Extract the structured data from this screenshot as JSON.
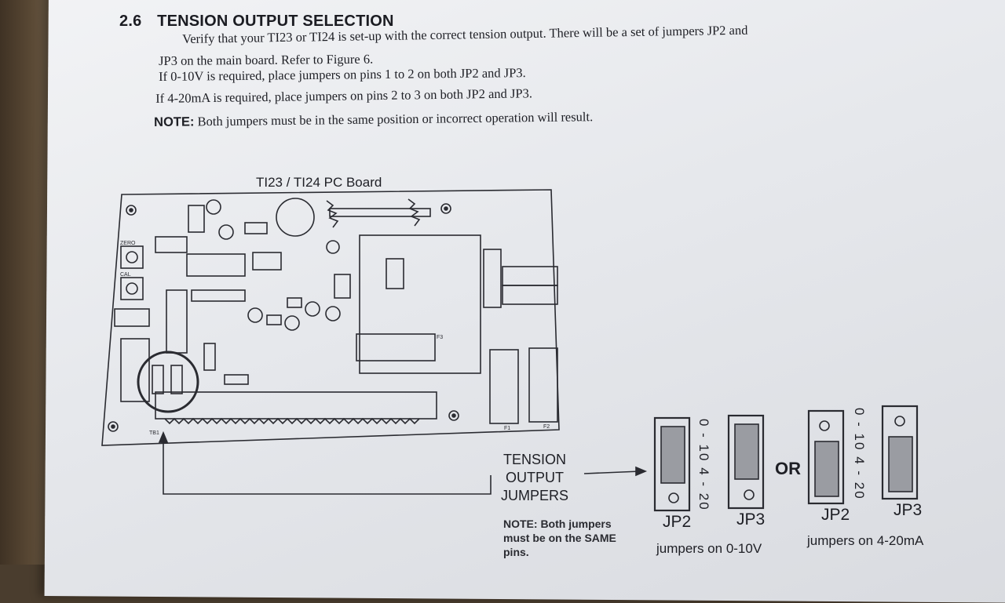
{
  "section": {
    "number": "2.6",
    "title": "TENSION OUTPUT SELECTION"
  },
  "paragraphs": {
    "p1": "Verify that your TI23 or TI24 is set-up with the correct tension output. There will be a set of jumpers JP2 and",
    "p2": "JP3 on the main board. Refer to Figure 6.",
    "p3": "If 0-10V is required, place jumpers on pins 1 to 2 on both JP2 and JP3.",
    "p4": "If 4-20mA is required, place jumpers on pins 2 to 3 on both JP2 and JP3.",
    "note_label": "NOTE:",
    "note_text": " Both jumpers must be in the same position or incorrect operation will result."
  },
  "figure": {
    "title": "TI23 / TI24 PC Board",
    "board_labels": {
      "zero": "ZERO",
      "cal": "CAL",
      "f1": "F1",
      "f2": "F2",
      "f3": "F3",
      "tb1": "TB1"
    },
    "callout": {
      "line1": "TENSION",
      "line2": "OUTPUT",
      "line3": "JUMPERS"
    },
    "note": {
      "line1": "NOTE: Both jumpers",
      "line2": "must be on the SAME",
      "line3": "pins."
    },
    "or_label": "OR",
    "scale_label": "0 - 10  4 - 20",
    "jp2": "JP2",
    "jp3": "JP3",
    "caption_left": "jumpers on 0-10V",
    "caption_right": "jumpers on 4-20mA"
  }
}
